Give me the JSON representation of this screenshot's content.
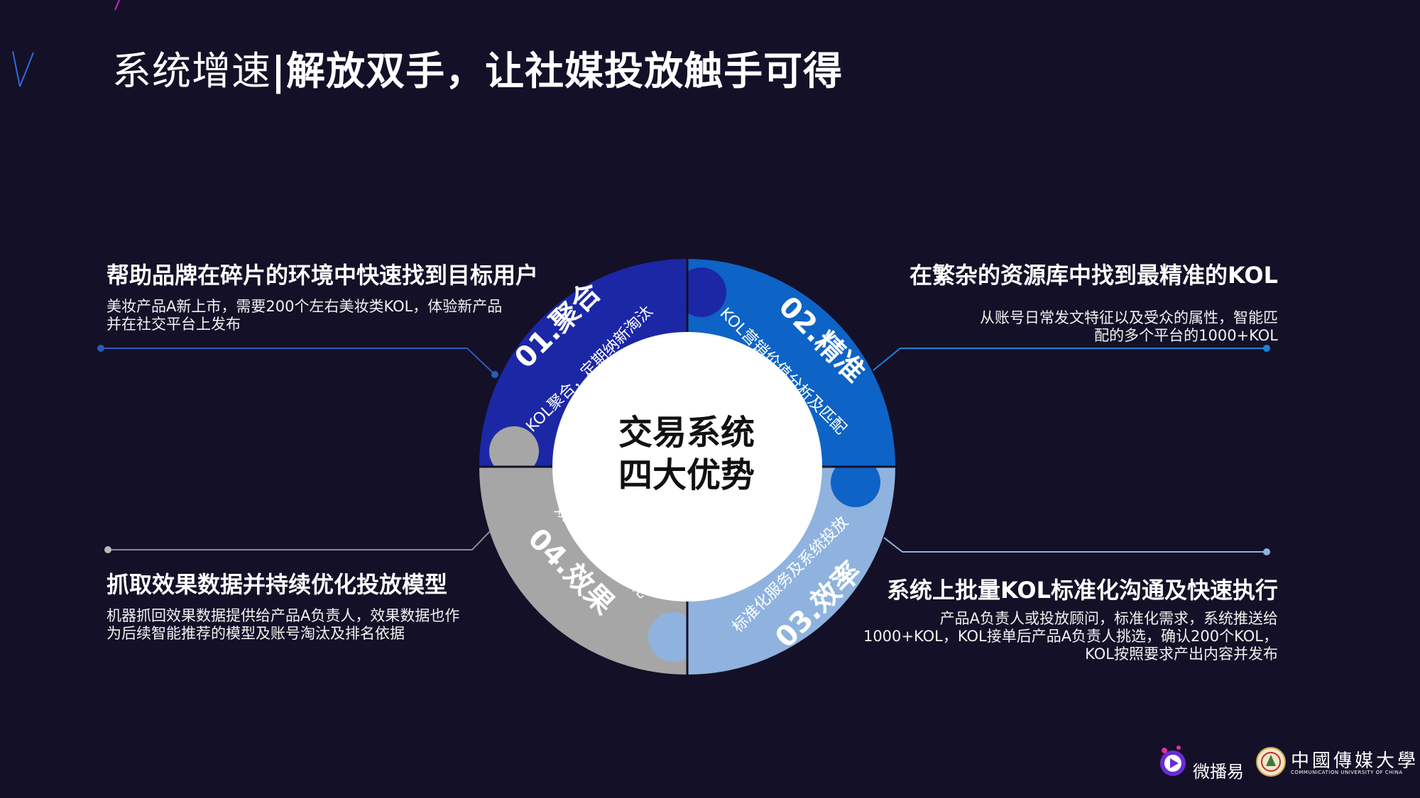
{
  "title": {
    "light": "系统增速",
    "separator": "|",
    "bold": "解放双手，让社媒投放触手可得"
  },
  "center": {
    "line1": "交易系统",
    "line2": "四大优势"
  },
  "segments": [
    {
      "num": "01.聚合",
      "desc": "KOL聚合，定期纳新淘汰",
      "color": "#1c27a6"
    },
    {
      "num": "02.精准",
      "desc": "KOL营销价值分析及匹配",
      "color": "#0e63c6"
    },
    {
      "num": "03.效率",
      "desc": "标准化服务及系统投放",
      "color": "#8fb3de"
    },
    {
      "num": "04.效果",
      "desc": "效果投放模型优化",
      "color": "#a6a6a6"
    }
  ],
  "blocks": {
    "b1": {
      "heading": "帮助品牌在碎片的环境中快速找到目标用户",
      "lines": [
        "美妆产品A新上市，需要200个左右美妆类KOL，体验新产品",
        "并在社交平台上发布"
      ]
    },
    "b2": {
      "heading": "在繁杂的资源库中找到最精准的KOL",
      "lines": [
        "从账号日常发文特征以及受众的属性，智能匹",
        "配的多个平台的1000+KOL"
      ]
    },
    "b3": {
      "heading": "抓取效果数据并持续优化投放模型",
      "lines": [
        "机器抓回效果数据提供给产品A负责人，效果数据也作",
        "为后续智能推荐的模型及账号淘汰及排名依据"
      ]
    },
    "b4": {
      "heading": "系统上批量KOL标准化沟通及快速执行",
      "lines": [
        "产品A负责人或投放顾问，标准化需求，系统推送给",
        "1000+KOL，KOL接单后产品A负责人挑选，确认200个KOL，",
        "KOL按照要求产出内容并发布"
      ]
    }
  },
  "logos": {
    "app_name": "微播易",
    "university": "中國傳媒大學",
    "university_en": "COMMUNICATION UNIVERSITY OF CHINA"
  },
  "colors": {
    "background": "#141027",
    "line_blue": "#2a5bb8",
    "line_gray": "#8a8a8a"
  }
}
